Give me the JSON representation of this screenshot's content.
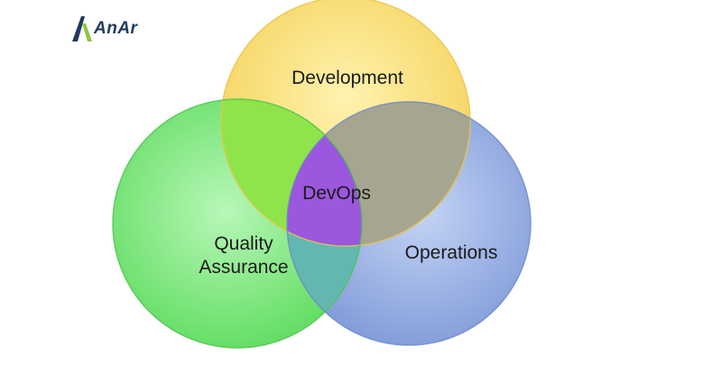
{
  "logo": {
    "text": "AnAr",
    "colors": {
      "dark": "#1f3a5f",
      "accent": "#8cc63f"
    }
  },
  "diagram": {
    "type": "venn",
    "sets": [
      {
        "key": "development",
        "label": "Development",
        "color": "#ffd966"
      },
      {
        "key": "quality",
        "label_lines": [
          "Quality",
          "Assurance"
        ],
        "color": "#7fe87f"
      },
      {
        "key": "operations",
        "label": "Operations",
        "color": "#8fa8e0"
      }
    ],
    "center": {
      "label": "DevOps",
      "color": "#9955dd"
    }
  }
}
